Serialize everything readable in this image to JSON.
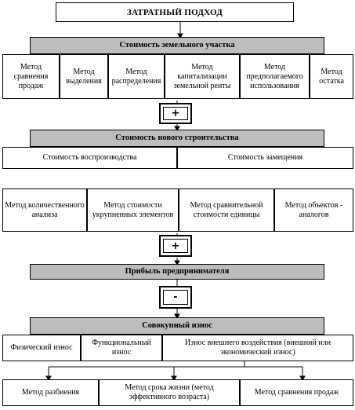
{
  "title": "ЗАТРАТНЫЙ ПОДХОД",
  "land": {
    "header": "Стоимость земельного участка",
    "methods": [
      "Метод сравнения продаж",
      "Метод выделения",
      "Метод распределения",
      "Метод капитализации земельной ренты",
      "Метод предполагаемого использования",
      "Метод остатка"
    ]
  },
  "op1": "+",
  "construction": {
    "header": "Стоимость нового строительства",
    "types": [
      "Стоимость воспроизводства",
      "Стоимость замещения"
    ],
    "methods": [
      "Метод количественного анализа",
      "Метод стоимости укрупненных элементов",
      "Метод сравнительной стоимости единицы",
      "Метод объектов - аналогов"
    ]
  },
  "op2": "+",
  "profit": "Прибыль предпринимателя",
  "op3": "-",
  "wear": {
    "header": "Совокупный износ",
    "types": [
      "Физический износ",
      "Функциональный износ",
      "Износ внешнего воздействия (внешний или экономический износ)"
    ],
    "methods": [
      "Метод разбиения",
      "Метод срока жизни (метод эффективного возраста)",
      "Метод сравнения продаж"
    ]
  }
}
